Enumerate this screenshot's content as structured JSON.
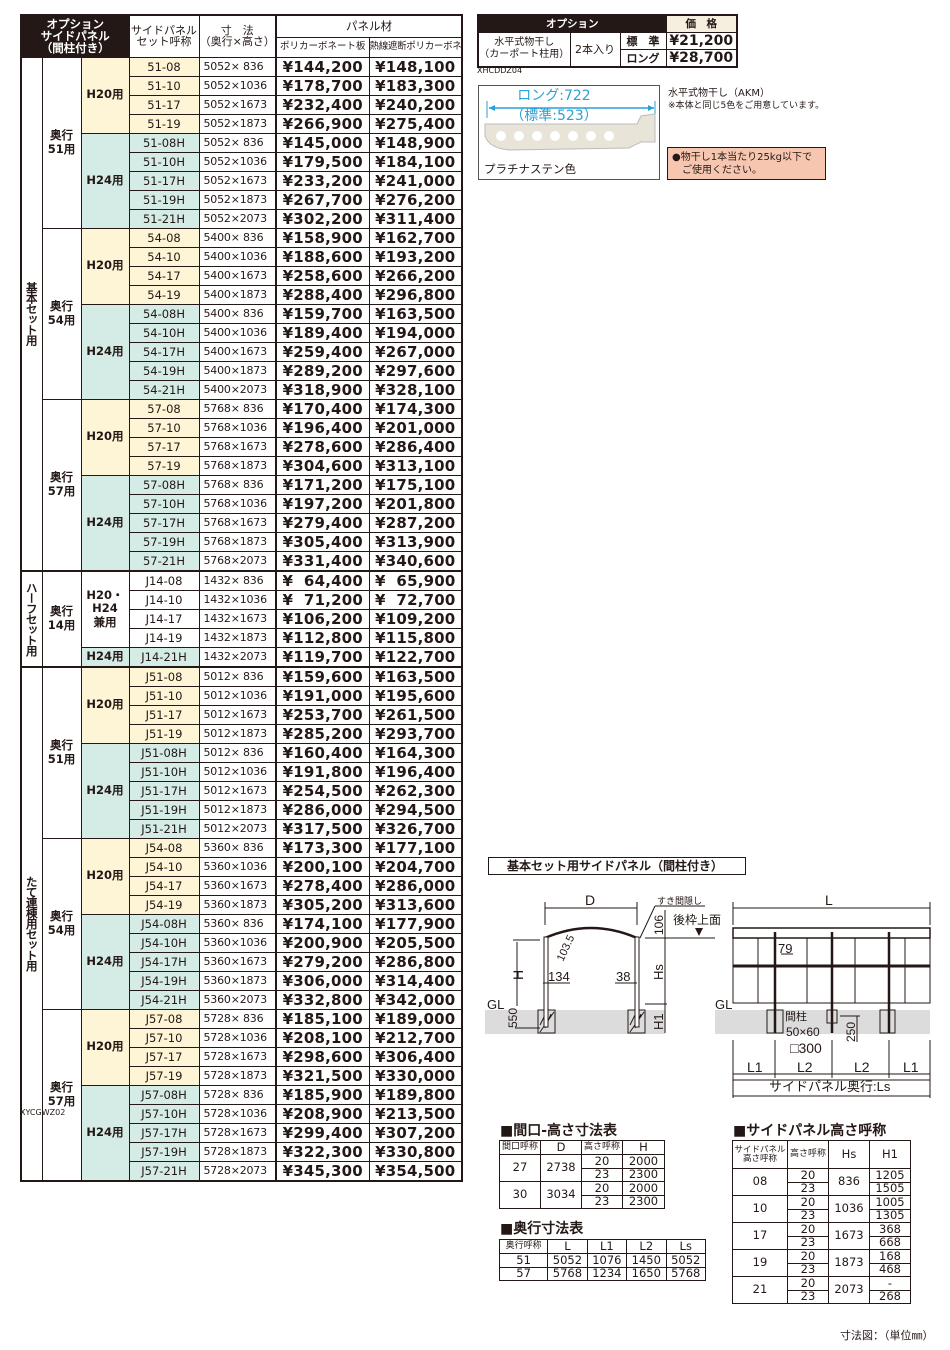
{
  "main_table": {
    "header": {
      "option_title": "オプション\nサイドパネル\n（間柱付き）",
      "set_name": "サイドパネル\nセット呼称",
      "dimension": "寸　法\n（奥行×高さ）",
      "panel": "パネル材",
      "panel_a": "ポリカーボネート板",
      "panel_b": "熱線遮断ポリカーボネート板"
    },
    "sections": [
      {
        "label": "基本セット用",
        "groups": [
          {
            "depth": "奥行\n51用",
            "subs": [
              {
                "label": "H20用",
                "type": "h20",
                "rows": [
                  [
                    "51-08",
                    "5052× 836",
                    "¥144,200",
                    "¥148,100"
                  ],
                  [
                    "51-10",
                    "5052×1036",
                    "¥178,700",
                    "¥183,300"
                  ],
                  [
                    "51-17",
                    "5052×1673",
                    "¥232,400",
                    "¥240,200"
                  ],
                  [
                    "51-19",
                    "5052×1873",
                    "¥266,900",
                    "¥275,400"
                  ]
                ]
              },
              {
                "label": "H24用",
                "type": "h24",
                "rows": [
                  [
                    "51-08H",
                    "5052× 836",
                    "¥145,000",
                    "¥148,900"
                  ],
                  [
                    "51-10H",
                    "5052×1036",
                    "¥179,500",
                    "¥184,100"
                  ],
                  [
                    "51-17H",
                    "5052×1673",
                    "¥233,200",
                    "¥241,000"
                  ],
                  [
                    "51-19H",
                    "5052×1873",
                    "¥267,700",
                    "¥276,200"
                  ],
                  [
                    "51-21H",
                    "5052×2073",
                    "¥302,200",
                    "¥311,400"
                  ]
                ]
              }
            ]
          },
          {
            "depth": "奥行\n54用",
            "subs": [
              {
                "label": "H20用",
                "type": "h20",
                "rows": [
                  [
                    "54-08",
                    "5400× 836",
                    "¥158,900",
                    "¥162,700"
                  ],
                  [
                    "54-10",
                    "5400×1036",
                    "¥188,600",
                    "¥193,200"
                  ],
                  [
                    "54-17",
                    "5400×1673",
                    "¥258,600",
                    "¥266,200"
                  ],
                  [
                    "54-19",
                    "5400×1873",
                    "¥288,400",
                    "¥296,800"
                  ]
                ]
              },
              {
                "label": "H24用",
                "type": "h24",
                "rows": [
                  [
                    "54-08H",
                    "5400× 836",
                    "¥159,700",
                    "¥163,500"
                  ],
                  [
                    "54-10H",
                    "5400×1036",
                    "¥189,400",
                    "¥194,000"
                  ],
                  [
                    "54-17H",
                    "5400×1673",
                    "¥259,400",
                    "¥267,000"
                  ],
                  [
                    "54-19H",
                    "5400×1873",
                    "¥289,200",
                    "¥297,600"
                  ],
                  [
                    "54-21H",
                    "5400×2073",
                    "¥318,900",
                    "¥328,100"
                  ]
                ]
              }
            ]
          },
          {
            "depth": "奥行\n57用",
            "subs": [
              {
                "label": "H20用",
                "type": "h20",
                "rows": [
                  [
                    "57-08",
                    "5768× 836",
                    "¥170,400",
                    "¥174,300"
                  ],
                  [
                    "57-10",
                    "5768×1036",
                    "¥196,400",
                    "¥201,000"
                  ],
                  [
                    "57-17",
                    "5768×1673",
                    "¥278,600",
                    "¥286,400"
                  ],
                  [
                    "57-19",
                    "5768×1873",
                    "¥304,600",
                    "¥313,100"
                  ]
                ]
              },
              {
                "label": "H24用",
                "type": "h24",
                "rows": [
                  [
                    "57-08H",
                    "5768× 836",
                    "¥171,200",
                    "¥175,100"
                  ],
                  [
                    "57-10H",
                    "5768×1036",
                    "¥197,200",
                    "¥201,800"
                  ],
                  [
                    "57-17H",
                    "5768×1673",
                    "¥279,400",
                    "¥287,200"
                  ],
                  [
                    "57-19H",
                    "5768×1873",
                    "¥305,400",
                    "¥313,900"
                  ],
                  [
                    "57-21H",
                    "5768×2073",
                    "¥331,400",
                    "¥340,600"
                  ]
                ]
              }
            ]
          }
        ]
      },
      {
        "label": "ハーフセット用",
        "groups": [
          {
            "depth": "奥行\n14用",
            "subs": [
              {
                "label": "H20・\nH24\n兼用",
                "type": "none",
                "rows": [
                  [
                    "J14-08",
                    "1432× 836",
                    "¥  64,400",
                    "¥  65,900"
                  ],
                  [
                    "J14-10",
                    "1432×1036",
                    "¥  71,200",
                    "¥  72,700"
                  ],
                  [
                    "J14-17",
                    "1432×1673",
                    "¥106,200",
                    "¥109,200"
                  ],
                  [
                    "J14-19",
                    "1432×1873",
                    "¥112,800",
                    "¥115,800"
                  ]
                ]
              },
              {
                "label": "H24用",
                "type": "h24",
                "rows": [
                  [
                    "J14-21H",
                    "1432×2073",
                    "¥119,700",
                    "¥122,700"
                  ]
                ]
              }
            ]
          }
        ]
      },
      {
        "label": "たて連棟用セット用",
        "groups": [
          {
            "depth": "奥行\n51用",
            "subs": [
              {
                "label": "H20用",
                "type": "h20",
                "rows": [
                  [
                    "J51-08",
                    "5012× 836",
                    "¥159,600",
                    "¥163,500"
                  ],
                  [
                    "J51-10",
                    "5012×1036",
                    "¥191,000",
                    "¥195,600"
                  ],
                  [
                    "J51-17",
                    "5012×1673",
                    "¥253,700",
                    "¥261,500"
                  ],
                  [
                    "J51-19",
                    "5012×1873",
                    "¥285,200",
                    "¥293,700"
                  ]
                ]
              },
              {
                "label": "H24用",
                "type": "h24",
                "rows": [
                  [
                    "J51-08H",
                    "5012× 836",
                    "¥160,400",
                    "¥164,300"
                  ],
                  [
                    "J51-10H",
                    "5012×1036",
                    "¥191,800",
                    "¥196,400"
                  ],
                  [
                    "J51-17H",
                    "5012×1673",
                    "¥254,500",
                    "¥262,300"
                  ],
                  [
                    "J51-19H",
                    "5012×1873",
                    "¥286,000",
                    "¥294,500"
                  ],
                  [
                    "J51-21H",
                    "5012×2073",
                    "¥317,500",
                    "¥326,700"
                  ]
                ]
              }
            ]
          },
          {
            "depth": "奥行\n54用",
            "subs": [
              {
                "label": "H20用",
                "type": "h20",
                "rows": [
                  [
                    "J54-08",
                    "5360× 836",
                    "¥173,300",
                    "¥177,100"
                  ],
                  [
                    "J54-10",
                    "5360×1036",
                    "¥200,100",
                    "¥204,700"
                  ],
                  [
                    "J54-17",
                    "5360×1673",
                    "¥278,400",
                    "¥286,000"
                  ],
                  [
                    "J54-19",
                    "5360×1873",
                    "¥305,200",
                    "¥313,600"
                  ]
                ]
              },
              {
                "label": "H24用",
                "type": "h24",
                "rows": [
                  [
                    "J54-08H",
                    "5360× 836",
                    "¥174,100",
                    "¥177,900"
                  ],
                  [
                    "J54-10H",
                    "5360×1036",
                    "¥200,900",
                    "¥205,500"
                  ],
                  [
                    "J54-17H",
                    "5360×1673",
                    "¥279,200",
                    "¥286,800"
                  ],
                  [
                    "J54-19H",
                    "5360×1873",
                    "¥306,000",
                    "¥314,400"
                  ],
                  [
                    "J54-21H",
                    "5360×2073",
                    "¥332,800",
                    "¥342,000"
                  ]
                ]
              }
            ]
          },
          {
            "depth": "奥行\n57用",
            "subs": [
              {
                "label": "H20用",
                "type": "h20",
                "rows": [
                  [
                    "J57-08",
                    "5728× 836",
                    "¥185,100",
                    "¥189,000"
                  ],
                  [
                    "J57-10",
                    "5728×1036",
                    "¥208,100",
                    "¥212,700"
                  ],
                  [
                    "J57-17",
                    "5728×1673",
                    "¥298,600",
                    "¥306,400"
                  ],
                  [
                    "J57-19",
                    "5728×1873",
                    "¥321,500",
                    "¥330,000"
                  ]
                ]
              },
              {
                "label": "H24用",
                "type": "h24",
                "rows": [
                  [
                    "J57-08H",
                    "5728× 836",
                    "¥185,900",
                    "¥189,800"
                  ],
                  [
                    "J57-10H",
                    "5728×1036",
                    "¥208,900",
                    "¥213,500"
                  ],
                  [
                    "J57-17H",
                    "5728×1673",
                    "¥299,400",
                    "¥307,200"
                  ],
                  [
                    "J57-19H",
                    "5728×1873",
                    "¥322,300",
                    "¥330,800"
                  ],
                  [
                    "J57-21H",
                    "5728×2073",
                    "¥345,300",
                    "¥354,500"
                  ]
                ]
              }
            ]
          }
        ]
      }
    ],
    "code": "XYCGWZ02"
  },
  "option": {
    "header_option": "オプション",
    "header_price": "価　格",
    "name": "水平式物干し\n（カーポート柱用）",
    "qty": "2本入り",
    "types": [
      {
        "label": "標　準",
        "price": "¥21,200"
      },
      {
        "label": "ロング",
        "price": "¥28,700"
      }
    ],
    "code": "XHCDDZ04",
    "image_long": "ロング:722",
    "image_std": "（標準:523）",
    "image_color": "プラチナステン色",
    "desc_title": "水平式物干し（AKM）",
    "desc_note": "※本体と同じ5色をご用意しています。",
    "warning": "●物干し1本当たり25kg以下で\n　ご使用ください。"
  },
  "diagram": {
    "title": "基本セット用サイドパネル（間柱付き）",
    "labels": {
      "D": "D",
      "H": "H",
      "GL": "GL",
      "d550": "550",
      "d134": "134",
      "d38": "38",
      "d1035": "103.5",
      "sukima": "すき間隠し",
      "d106": "106",
      "ushiro": "後枠上面",
      "Hs": "Hs",
      "H1": "H1",
      "L": "L",
      "d79": "79",
      "mabashira": "間柱",
      "d5060": "50×60",
      "d300": "□300",
      "d250": "250",
      "L1": "L1",
      "L2": "L2",
      "Ls": "サイドパネル奥行:Ls"
    },
    "colors": {
      "ground": "#dcdcdc",
      "accent_blue": "#2aa0d8"
    }
  },
  "maguchi_table": {
    "title": "■間口-高さ寸法表",
    "headers": [
      "間口呼称",
      "D",
      "高さ呼称",
      "H"
    ],
    "rows": [
      {
        "name": "27",
        "D": "2738",
        "sub": [
          [
            "20",
            "2000"
          ],
          [
            "23",
            "2300"
          ]
        ]
      },
      {
        "name": "30",
        "D": "3034",
        "sub": [
          [
            "20",
            "2000"
          ],
          [
            "23",
            "2300"
          ]
        ]
      }
    ]
  },
  "okuyuki_table": {
    "title": "■奥行寸法表",
    "headers": [
      "奥行呼称",
      "L",
      "L1",
      "L2",
      "Ls"
    ],
    "rows": [
      [
        "51",
        "5052",
        "1076",
        "1450",
        "5052"
      ],
      [
        "57",
        "5768",
        "1234",
        "1650",
        "5768"
      ]
    ]
  },
  "sidepanel_table": {
    "title": "■サイドパネル高さ呼称",
    "headers": [
      "サイドパネル\n高さ呼称",
      "高さ呼称",
      "Hs",
      "H1"
    ],
    "rows": [
      {
        "name": "08",
        "Hs": "836",
        "sub": [
          [
            "20",
            "1205"
          ],
          [
            "23",
            "1505"
          ]
        ]
      },
      {
        "name": "10",
        "Hs": "1036",
        "sub": [
          [
            "20",
            "1005"
          ],
          [
            "23",
            "1305"
          ]
        ]
      },
      {
        "name": "17",
        "Hs": "1673",
        "sub": [
          [
            "20",
            "368"
          ],
          [
            "23",
            "668"
          ]
        ]
      },
      {
        "name": "19",
        "Hs": "1873",
        "sub": [
          [
            "20",
            "168"
          ],
          [
            "23",
            "468"
          ]
        ]
      },
      {
        "name": "21",
        "Hs": "2073",
        "sub": [
          [
            "20",
            "-"
          ],
          [
            "23",
            "268"
          ]
        ]
      }
    ]
  },
  "footer": "寸法図：（単位㎜）"
}
